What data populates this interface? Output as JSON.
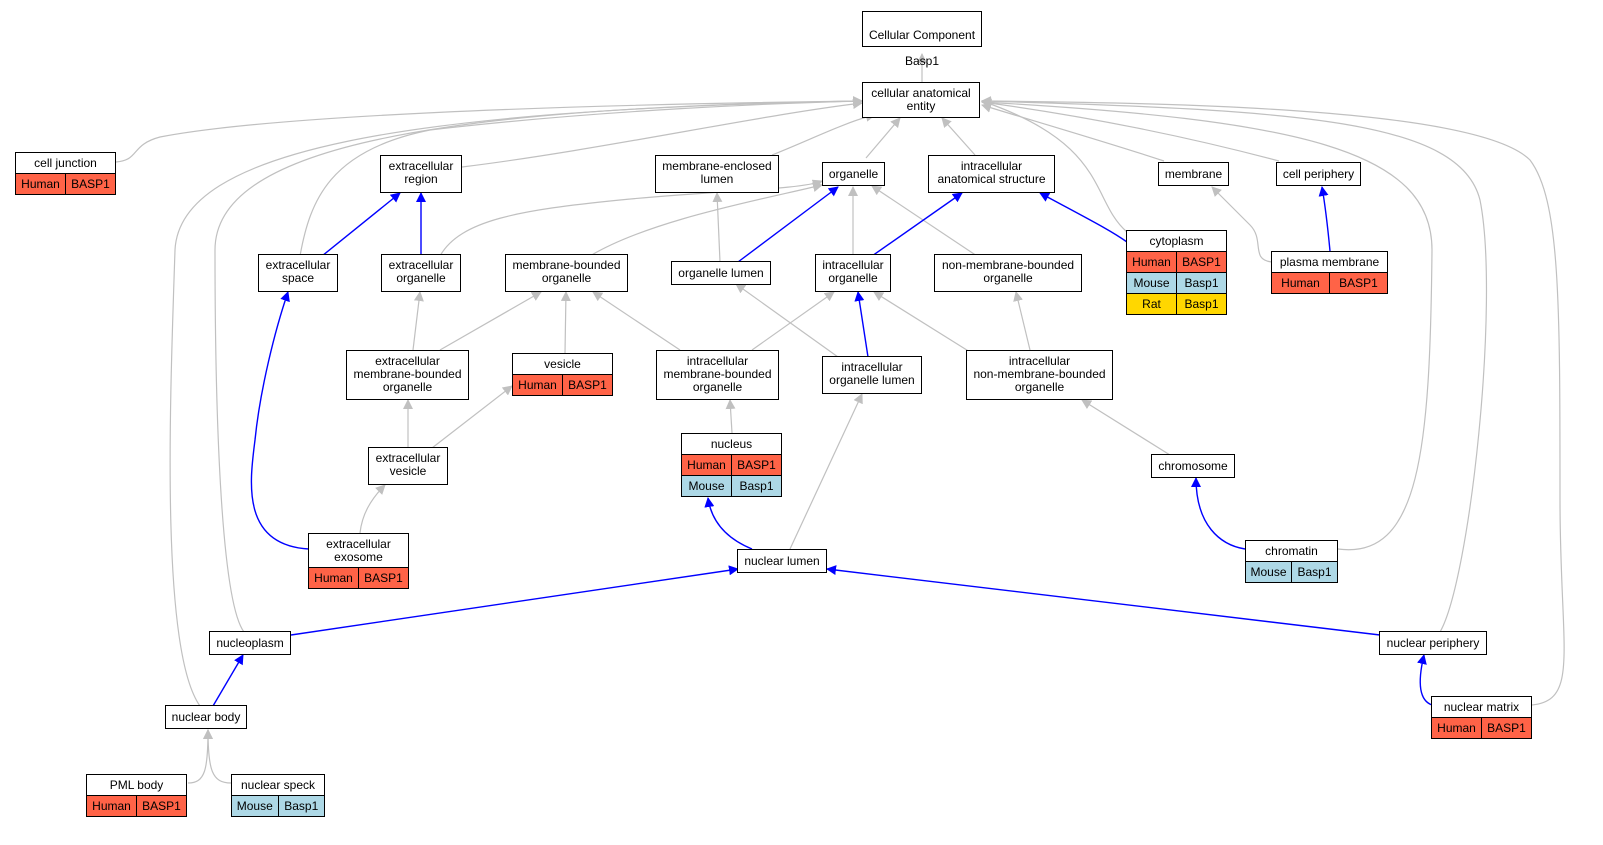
{
  "diagram": {
    "root": {
      "line1": "Cellular Component",
      "line2": "Basp1"
    },
    "species_colors": {
      "Human": "#ff6347",
      "Mouse": "#add8e6",
      "Rat": "#ffd700"
    },
    "edge_colors": {
      "is_a": "#c0c0c0",
      "part_of": "#0000ff"
    },
    "nodes": {
      "cellular_anatomical_entity": "cellular anatomical\nentity",
      "cell_junction": "cell junction",
      "extracellular_region": "extracellular\nregion",
      "membrane_enclosed_lumen": "membrane-enclosed\nlumen",
      "organelle": "organelle",
      "intracellular_anatomical_structure": "intracellular\nanatomical structure",
      "membrane": "membrane",
      "cell_periphery": "cell periphery",
      "cytoplasm": "cytoplasm",
      "extracellular_space": "extracellular\nspace",
      "extracellular_organelle": "extracellular\norganelle",
      "membrane_bounded_organelle": "membrane-bounded\norganelle",
      "organelle_lumen": "organelle lumen",
      "intracellular_organelle": "intracellular\norganelle",
      "non_membrane_bounded_organelle": "non-membrane-bounded\norganelle",
      "plasma_membrane": "plasma membrane",
      "extracellular_membrane_bounded_organelle": "extracellular\nmembrane-bounded\norganelle",
      "vesicle": "vesicle",
      "intracellular_membrane_bounded_organelle": "intracellular\nmembrane-bounded\norganelle",
      "intracellular_organelle_lumen": "intracellular\norganelle lumen",
      "intracellular_non_membrane_bounded_organelle": "intracellular\nnon-membrane-bounded\norganelle",
      "extracellular_vesicle": "extracellular\nvesicle",
      "nucleus": "nucleus",
      "chromosome": "chromosome",
      "extracellular_exosome": "extracellular\nexosome",
      "nuclear_lumen": "nuclear lumen",
      "chromatin": "chromatin",
      "nucleoplasm": "nucleoplasm",
      "nuclear_periphery": "nuclear periphery",
      "nuclear_body": "nuclear body",
      "nuclear_matrix": "nuclear matrix",
      "pml_body": "PML body",
      "nuclear_speck": "nuclear speck"
    },
    "annotations": {
      "cell_junction": [
        [
          "Human",
          "BASP1"
        ]
      ],
      "cytoplasm": [
        [
          "Human",
          "BASP1"
        ],
        [
          "Mouse",
          "Basp1"
        ],
        [
          "Rat",
          "Basp1"
        ]
      ],
      "plasma_membrane": [
        [
          "Human",
          "BASP1"
        ]
      ],
      "vesicle": [
        [
          "Human",
          "BASP1"
        ]
      ],
      "nucleus": [
        [
          "Human",
          "BASP1"
        ],
        [
          "Mouse",
          "Basp1"
        ]
      ],
      "extracellular_exosome": [
        [
          "Human",
          "BASP1"
        ]
      ],
      "chromatin": [
        [
          "Mouse",
          "Basp1"
        ]
      ],
      "nuclear_matrix": [
        [
          "Human",
          "BASP1"
        ]
      ],
      "pml_body": [
        [
          "Human",
          "BASP1"
        ]
      ],
      "nuclear_speck": [
        [
          "Mouse",
          "Basp1"
        ]
      ]
    }
  }
}
